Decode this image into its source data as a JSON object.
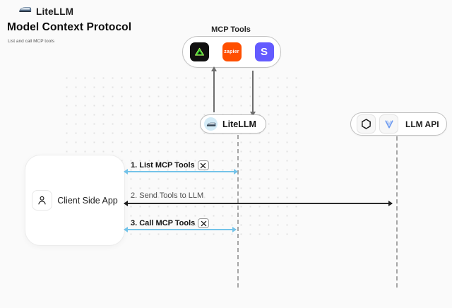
{
  "header": {
    "brand": "LiteLLM",
    "title": "Model Context Protocol",
    "subtitle": "List and call MCP tools"
  },
  "mcp": {
    "label": "MCP Tools",
    "tools": {
      "zapier_text": "zapier",
      "stripe_text": "S"
    }
  },
  "nodes": {
    "litellm": {
      "label": "LiteLLM"
    },
    "llm_api": {
      "label": "LLM API"
    },
    "client": {
      "label": "Client Side App"
    }
  },
  "messages": [
    {
      "label": "1. List MCP Tools",
      "tools_icon": true,
      "style": "blue"
    },
    {
      "label": "2. Send Tools to LLM",
      "tools_icon": false,
      "style": "dark"
    },
    {
      "label": "3. Call MCP Tools",
      "tools_icon": true,
      "style": "blue"
    }
  ],
  "icons": {
    "brand": "litellm-train-icon",
    "mcp_tool_1": "green-triangle-logo-icon",
    "mcp_tool_2": "zapier-logo-icon",
    "mcp_tool_3": "stripe-logo-icon",
    "llm_provider_1": "openai-logo-icon",
    "llm_provider_2": "blue-v-provider-icon",
    "client": "person-icon",
    "message_badge": "crossed-tools-icon"
  },
  "colors": {
    "background": "#fafafa",
    "arrow_blue": "#74c3e9",
    "arrow_dark": "#1f1f1f",
    "zapier_orange": "#ff4f00",
    "stripe_purple": "#635bff",
    "logo_green": "#2fcf2f",
    "litellm_icon_bg": "#d3ebf7",
    "lifeline_gray": "#a6a6a6"
  }
}
